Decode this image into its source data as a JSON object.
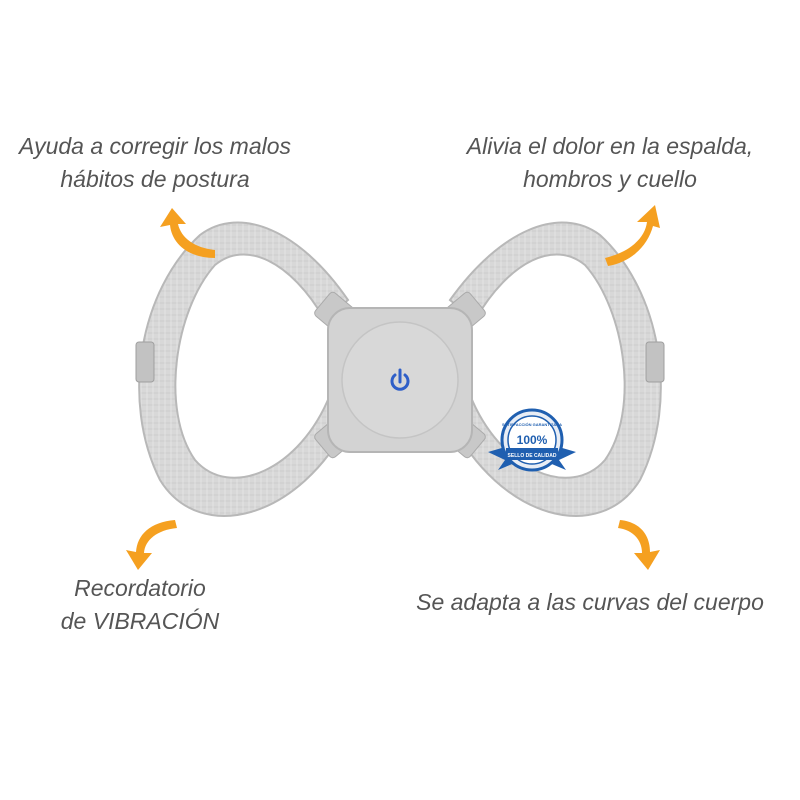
{
  "captions": {
    "top_left": [
      "Ayuda a corregir los malos",
      "hábitos de postura"
    ],
    "top_right": [
      "Alivia el dolor en la espalda,",
      "hombros y cuello"
    ],
    "bottom_left": [
      "Recordatorio",
      "de VIBRACIÓN"
    ],
    "bottom_right": [
      "Se adapta a las curvas del cuerpo"
    ]
  },
  "badge": {
    "arc_text": "SATISFACCIÓN GARANTIZADA",
    "percent": "100%",
    "ribbon": "SELLO DE CALIDAD",
    "color": "#1f5fb0"
  },
  "colors": {
    "strap": "#d9d9d9",
    "strap_edge": "#b9b9b9",
    "device": "#d3d3d3",
    "arrow": "#f5a020",
    "caption": "#555555",
    "power_icon": "#2f5fc8"
  },
  "icons": {
    "power": "power-icon",
    "arrow": "curved-arrow-icon"
  }
}
